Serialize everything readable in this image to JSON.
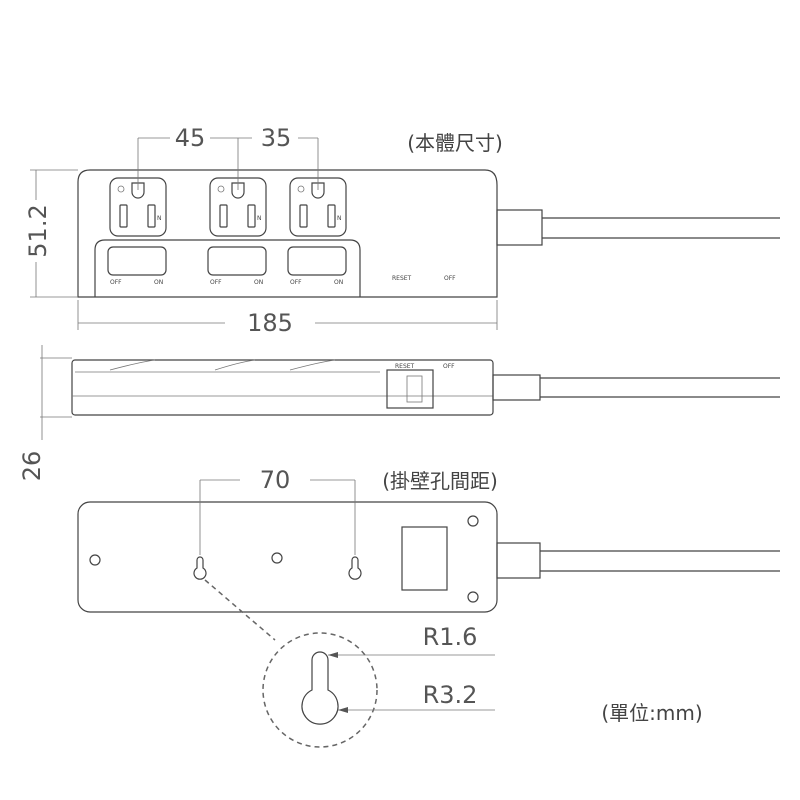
{
  "top_view": {
    "title": "(本體尺寸)",
    "dim_outlet_spacing_1": "45",
    "dim_outlet_spacing_2": "35",
    "dim_height": "51.2",
    "dim_length": "185",
    "switch_off": "OFF",
    "switch_on": "ON",
    "reset_label": "RESET",
    "off_label": "OFF",
    "neutral_mark": "N"
  },
  "side_view": {
    "dim_thickness": "26",
    "reset_label": "RESET",
    "off_label": "OFF"
  },
  "bottom_view": {
    "title": "(掛壁孔間距)",
    "dim_hole_spacing": "70",
    "radius_small": "R1.6",
    "radius_large": "R3.2"
  },
  "unit_note": "(單位:mm)"
}
